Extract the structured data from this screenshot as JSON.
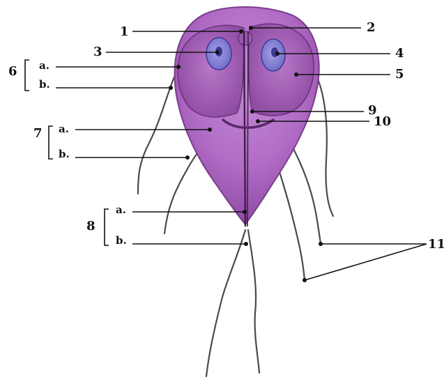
{
  "labels": {
    "n1": "1",
    "n2": "2",
    "n3": "3",
    "n4": "4",
    "n5": "5",
    "n6": "6",
    "n6a": "a.",
    "n6b": "b.",
    "n7": "7",
    "n7a": "a.",
    "n7b": "b.",
    "n8": "8",
    "n8a": "a.",
    "n8b": "b.",
    "n9": "9",
    "n10": "10",
    "n11": "11"
  },
  "colors": {
    "body_fill": "#b06cc4",
    "body_edge": "#7a3c8c",
    "nucleus_fill": "#8a86d8",
    "nucleolus_fill": "#3c3a8e",
    "flagella": "#4a4a4a",
    "leader_lines": "#111111"
  }
}
